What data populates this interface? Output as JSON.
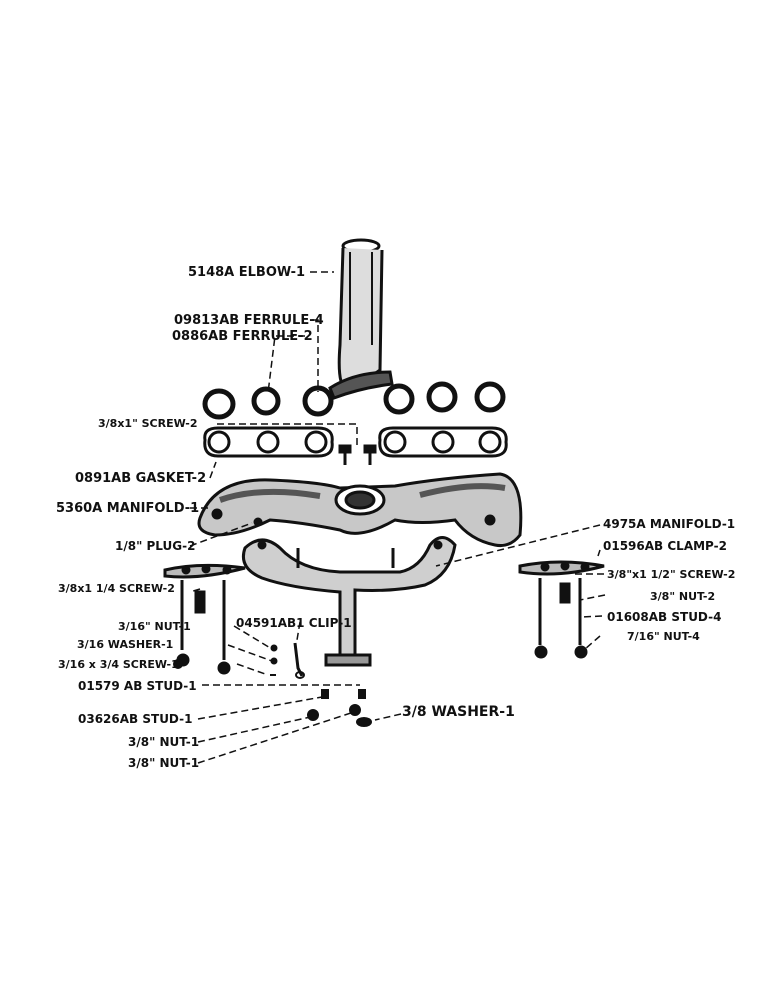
{
  "labels": {
    "elbow": "5148A ELBOW-1",
    "ferrule4": "09813AB FERRULE-4",
    "ferrule2": "0886AB FERRULE-2",
    "screw_top": "3/8x1\" SCREW-2",
    "gasket": "0891AB GASKET-2",
    "manifold_upper": "5360A MANIFOLD-1",
    "manifold_lower": "4975A MANIFOLD-1",
    "clamp": "01596AB CLAMP-2",
    "plug": "1/8\" PLUG-2",
    "screw_right": "3/8\"x1 1/2\" SCREW-2",
    "screw_left": "3/8x1 1/4 SCREW-2",
    "nut_right2": "3/8\" NUT-2",
    "stud4": "01608AB STUD-4",
    "nut_left1": "3/16\" NUT-1",
    "clip": "04591AB1 CLIP-1",
    "nut4": "7/16\" NUT-4",
    "washer_small": "3/16 WASHER-1",
    "screw_small": "3/16 x 3/4 SCREW-1",
    "stud_01579": "01579 AB STUD-1",
    "stud_03626": "03626AB STUD-1",
    "washer_38": "3/8 WASHER-1",
    "nut_a": "3/8\" NUT-1",
    "nut_b": "3/8\" NUT-1"
  }
}
